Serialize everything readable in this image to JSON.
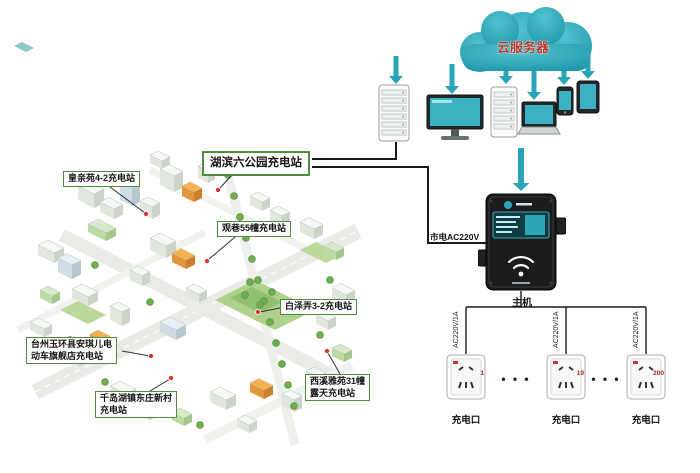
{
  "cloud": {
    "label": "云服务器"
  },
  "host": {
    "label": "主机",
    "power_label": "市电AC220V"
  },
  "stations": {
    "hubin": "湖滨六公园充电站",
    "huangqin": "皇亲苑4-2充电站",
    "guanxiang": "观巷55幢充电站",
    "baize": "白泽弄3-2充电站",
    "taizhou": "台州玉环县安琪儿电\n动车旗舰店充电站",
    "xixi": "西溪雅苑31幢\n露天充电站",
    "qiandao": "千岛湖镇东庄新村\n充电站"
  },
  "devices": [
    {
      "icon": "server-rack-icon"
    },
    {
      "icon": "monitor-icon"
    },
    {
      "icon": "server-rack-icon"
    },
    {
      "icon": "laptop-icon"
    },
    {
      "icon": "smartphone-icon"
    },
    {
      "icon": "tablet-icon"
    }
  ],
  "outlets": {
    "line_label": "AC220V/1A",
    "ellipsis": "• • •",
    "items": [
      {
        "number": "1",
        "label": "充电口"
      },
      {
        "number": "19",
        "label": "充电口"
      },
      {
        "number": "200",
        "label": "充电口"
      }
    ]
  },
  "colors": {
    "teal": "#2aa5b8",
    "cloud_text": "#b03a2e",
    "callout_border": "#4e8c3f",
    "line": "#1a1a1a"
  }
}
